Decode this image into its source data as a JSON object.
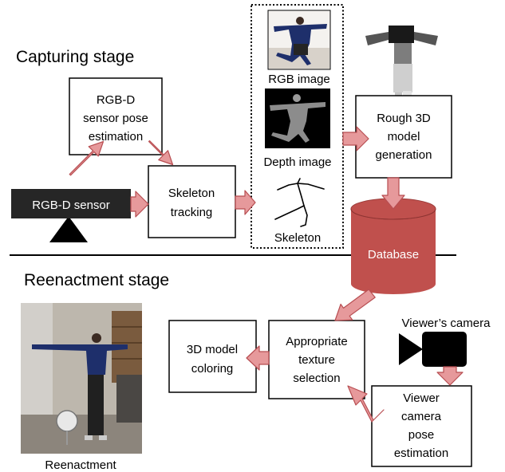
{
  "stages": {
    "capturing": "Capturing stage",
    "reenactment": "Reenactment stage"
  },
  "nodes": {
    "rgbd_sensor": "RGB-D sensor",
    "sensor_pose": [
      "RGB-D",
      "sensor pose",
      "estimation"
    ],
    "skeleton_tracking": [
      "Skeleton",
      "tracking"
    ],
    "rgb_image": "RGB image",
    "depth_image": "Depth image",
    "skeleton": "Skeleton",
    "rough_model": [
      "Rough 3D",
      "model",
      "generation"
    ],
    "database": "Database",
    "texture_selection": [
      "Appropriate",
      "texture",
      "selection"
    ],
    "model_coloring": [
      "3D model",
      "coloring"
    ],
    "viewers_camera": "Viewer’s camera",
    "viewer_pose": [
      "Viewer",
      "camera",
      "pose",
      "estimation"
    ],
    "reenactment": "Reenactment"
  },
  "colors": {
    "arrow_fill": "#e6999b",
    "arrow_stroke": "#b84e52",
    "database_fill": "#c0504d",
    "sensor_fill": "#262626"
  },
  "icons": {
    "sensor": "kinect-sensor-icon",
    "camera": "video-camera-icon"
  }
}
